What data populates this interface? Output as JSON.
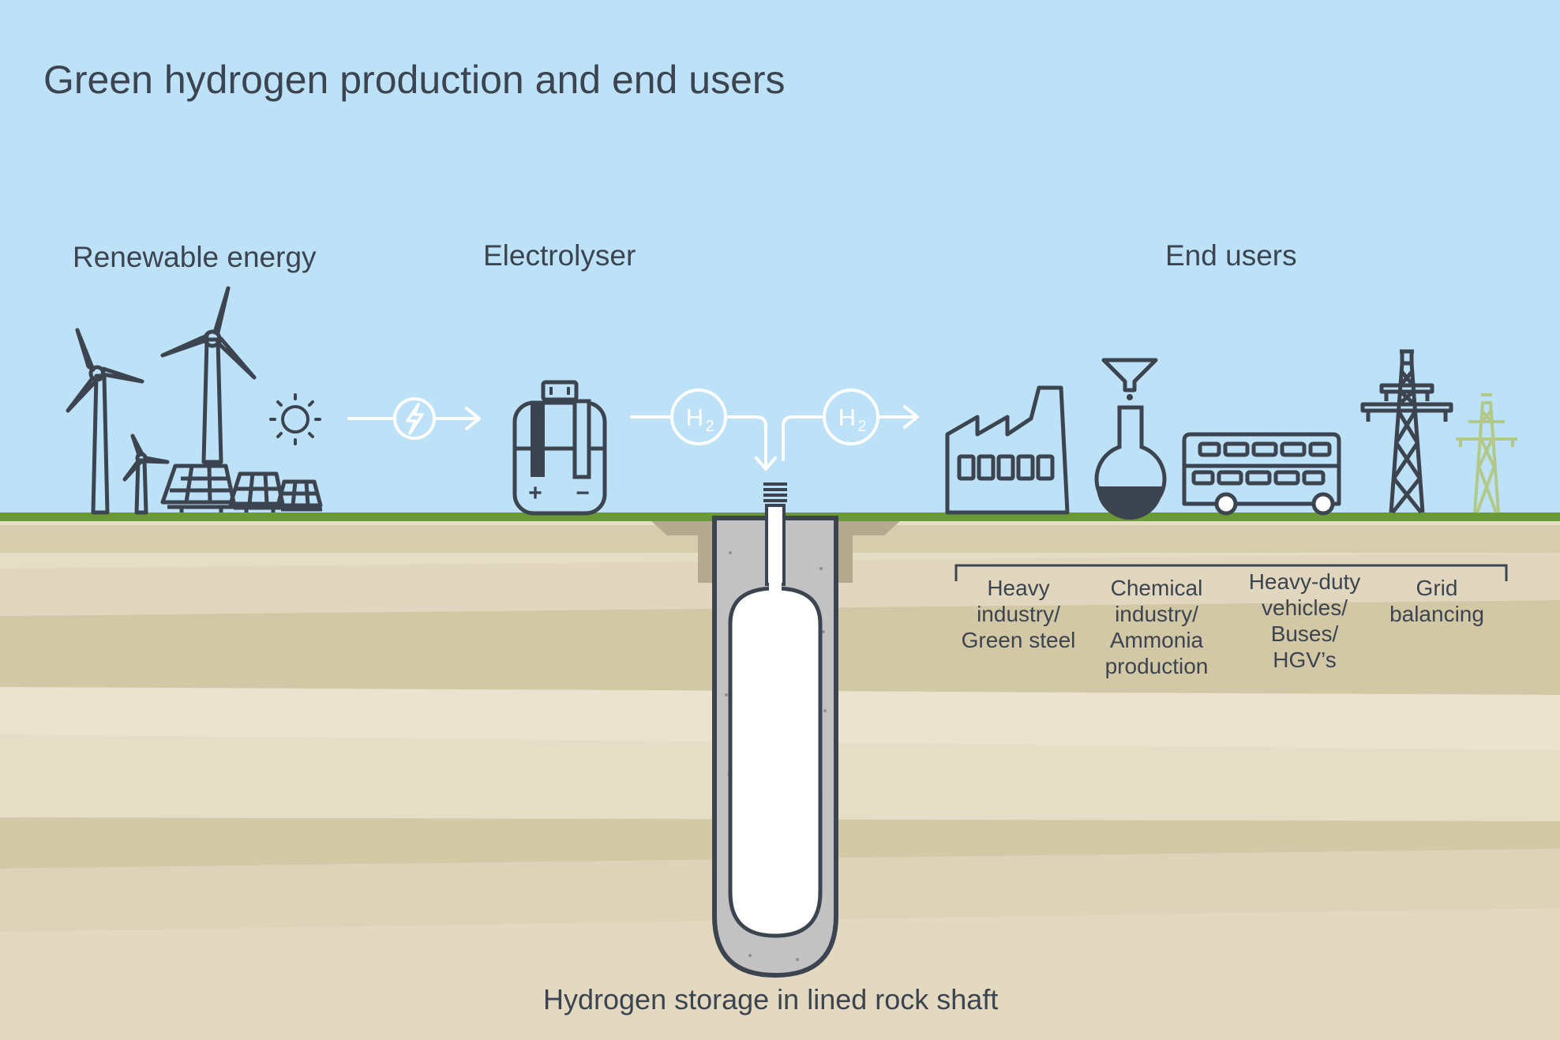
{
  "title": "Green hydrogen production and end users",
  "sections": {
    "renewable": "Renewable energy",
    "electrolyser": "Electrolyser",
    "end_users": "End users"
  },
  "flow": {
    "h2_symbol": "H",
    "h2_subscript": "2",
    "plus": "+",
    "minus": "−",
    "icon_names": [
      "lightning-icon",
      "h2-icon"
    ]
  },
  "end_user_categories": [
    {
      "lines": [
        "Heavy",
        "industry/",
        "Green steel"
      ]
    },
    {
      "lines": [
        "Chemical",
        "industry/",
        "Ammonia",
        "production"
      ]
    },
    {
      "lines": [
        "Heavy-duty",
        "vehicles/",
        "Buses/",
        "HGV’s"
      ]
    },
    {
      "lines": [
        "Grid",
        "balancing"
      ]
    }
  ],
  "storage_caption": "Hydrogen storage in lined rock shaft",
  "colors": {
    "sky": "#bde1f6",
    "grass": "#6a9a35",
    "soil_light": "#eae1cd",
    "soil_dark": "#d0c6a3",
    "outline": "#3c4450",
    "flow_white": "#ffffff",
    "green_pylon": "#b3c98a"
  }
}
